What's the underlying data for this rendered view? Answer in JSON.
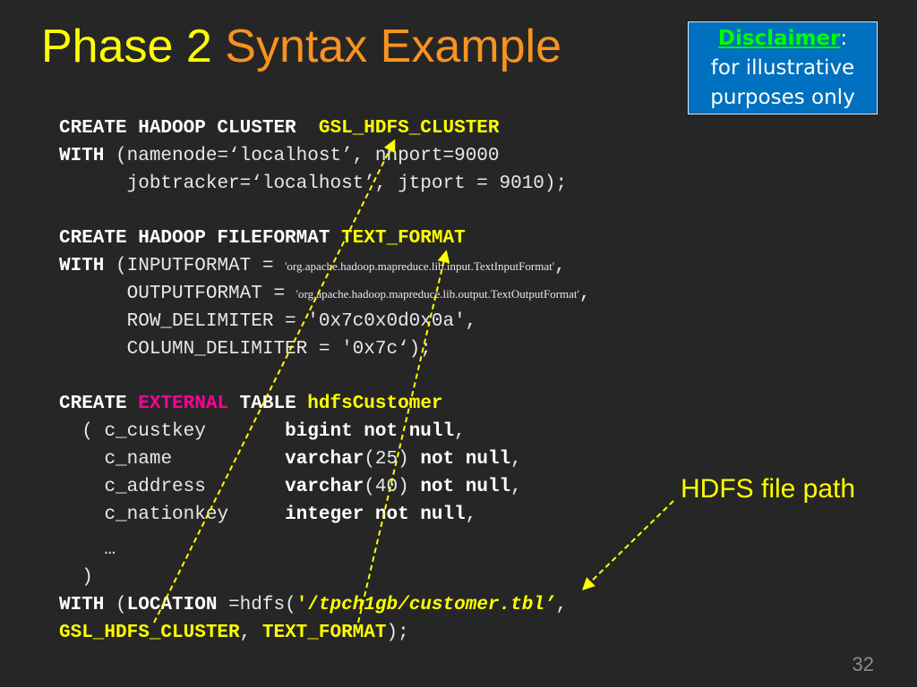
{
  "title": {
    "part1": "Phase 2",
    "part2": "Syntax Example"
  },
  "disclaimer": {
    "label": "Disclaimer",
    "colon": ":",
    "line2": "for illustrative",
    "line3": "purposes only"
  },
  "code": {
    "l1": {
      "kw": "CREATE HADOOP CLUSTER",
      "name": "GSL_HDFS_CLUSTER"
    },
    "l2": {
      "kw": "WITH",
      "rest": " (namenode=‘localhost’, nnport=9000"
    },
    "l3": {
      "rest": "jobtracker=‘localhost’, jtport = 9010);"
    },
    "l4": {
      "kw": "CREATE HADOOP FILEFORMAT",
      "name": "TEXT_FORMAT"
    },
    "l5": {
      "kw": "WITH",
      "rest": " (INPUTFORMAT = ",
      "val": "'org.apache.hadoop.mapreduce.lib.input.TextInputFormat'",
      "end": ","
    },
    "l6": {
      "rest": "OUTPUTFORMAT = ",
      "val": "'org.apache.hadoop.mapreduce.lib.output.TextOutputFormat'",
      "end": ","
    },
    "l7": {
      "rest": "ROW_DELIMITER = '0x7c0x0d0x0a',"
    },
    "l8": {
      "rest": "COLUMN_DELIMITER = '0x7c‘);"
    },
    "l9": {
      "kw": "CREATE",
      "ext": "EXTERNAL",
      "kw2": "TABLE",
      "name": "hdfsCustomer"
    },
    "cols": [
      {
        "prefix": "( ",
        "name": "c_custkey",
        "type": "bigint not null",
        "tail": ","
      },
      {
        "prefix": "  ",
        "name": "c_name",
        "type": "varchar",
        "size": "(25)",
        "null": "not null",
        "tail": ","
      },
      {
        "prefix": "  ",
        "name": "c_address",
        "type": "varchar",
        "size": "(40)",
        "null": "not null",
        "tail": ","
      },
      {
        "prefix": "  ",
        "name": "c_nationkey",
        "type": "integer not null",
        "tail": ","
      }
    ],
    "ellipsis": "…",
    "close": ")",
    "l16": {
      "kw": "WITH",
      "a": " (",
      "kw2": "LOCATION",
      "b": " =hdfs(",
      "q": "'/",
      "path": "tpch1gb/customer.tbl’",
      "c": ","
    },
    "l17": {
      "n1": "GSL_HDFS_CLUSTER",
      "sep": ", ",
      "n2": "TEXT_FORMAT",
      "end": ");"
    }
  },
  "annotation": "HDFS file path",
  "page_number": "32",
  "colors": {
    "background": "#262626",
    "yellow": "#ffff00",
    "orange": "#f79320",
    "magenta": "#ff0099",
    "blue": "#0070c0"
  }
}
